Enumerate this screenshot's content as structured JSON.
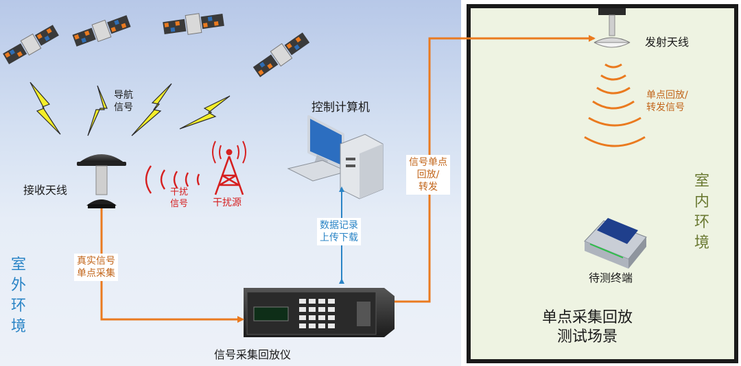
{
  "zones": {
    "outdoor": "室外环境",
    "indoor": "室内环境"
  },
  "labels": {
    "nav_signal": [
      "导航",
      "信号"
    ],
    "receive_antenna": "接收天线",
    "jamming_signal": [
      "干扰",
      "信号"
    ],
    "jamming_source": "干扰源",
    "control_computer": "控制计算机",
    "real_signal_collect": [
      "真实信号",
      "单点采集"
    ],
    "data_record": [
      "数据记录",
      "上传下载"
    ],
    "playback_device": "信号采集回放仪",
    "signal_playback": [
      "信号单点",
      "回放/",
      "转发"
    ],
    "transmit_antenna": "发射天线",
    "playback_forward_signal": [
      "单点回放/",
      "转发信号"
    ],
    "terminal_under_test": "待测终端",
    "scene_title": [
      "单点采集回放",
      "测试场景"
    ]
  },
  "colors": {
    "arrow_orange": "#ea7a1f",
    "arrow_blue": "#2a84c6",
    "jam_red": "#d62020",
    "lightning_yellow": "#f4ee2a"
  }
}
